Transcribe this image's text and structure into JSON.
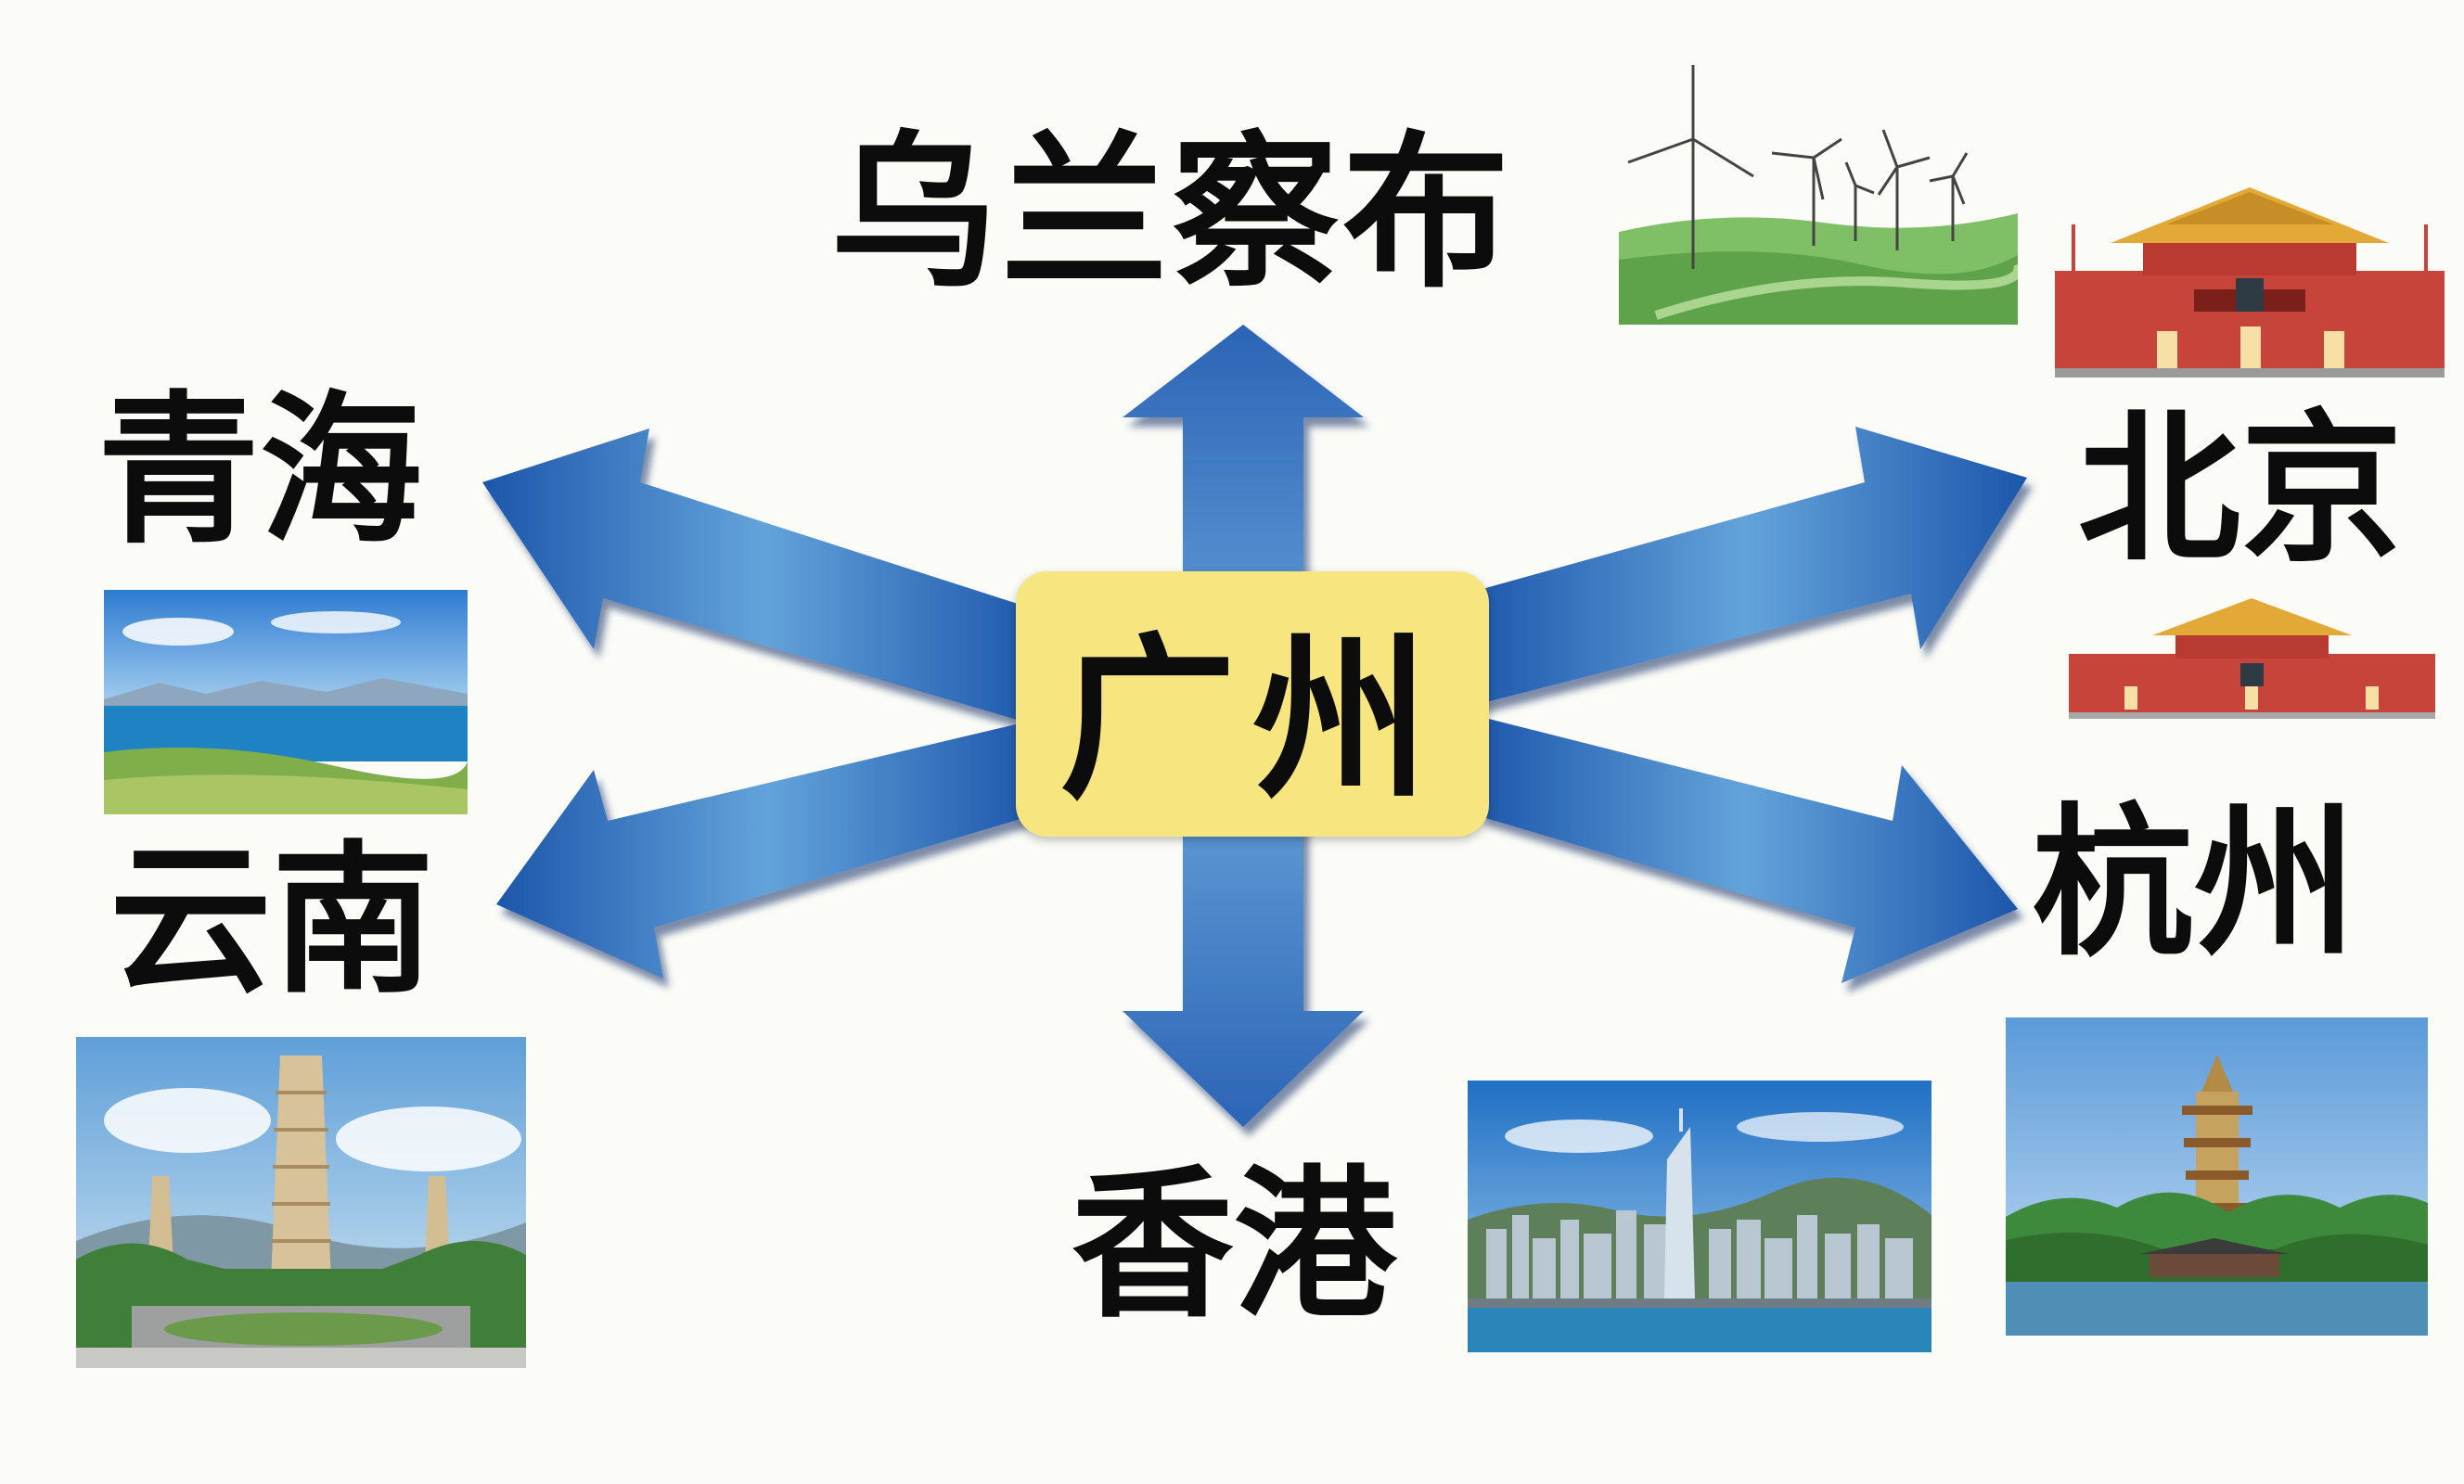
{
  "center": {
    "label": "广州"
  },
  "destinations": {
    "wulanchabu": {
      "label": "乌兰察布",
      "picture": "wind-turbines-on-grassland"
    },
    "qinghai": {
      "label": "青海",
      "picture": "lake-and-mountains-photo"
    },
    "beijing": {
      "label": "北京",
      "picture": "tiananmen-gate-illustration"
    },
    "yunnan": {
      "label": "云南",
      "picture": "three-pagodas-photo"
    },
    "hangzhou": {
      "label": "杭州",
      "picture": "pagoda-by-lake-photo"
    },
    "xianggang": {
      "label": "香港",
      "picture": "harbour-skyline-photo"
    }
  },
  "colors": {
    "arrow_blue": "#3f7fc6",
    "arrow_dark": "#1d4f9c",
    "center_fill": "#f7e680",
    "text": "#0c0c0c"
  }
}
